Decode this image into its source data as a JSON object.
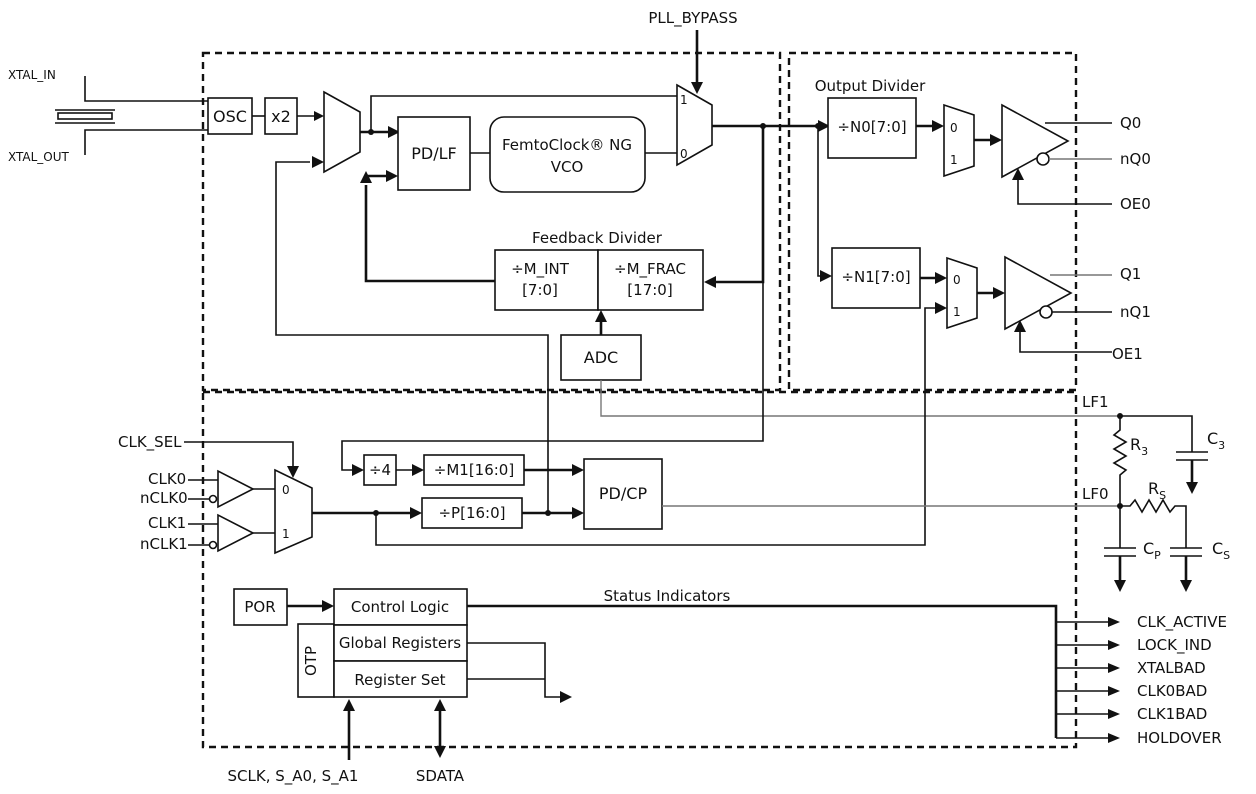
{
  "signals": {
    "pll_bypass": "PLL_BYPASS",
    "xtal_in": "XTAL_IN",
    "xtal_out": "XTAL_OUT",
    "clk_sel": "CLK_SEL",
    "clk0": "CLK0",
    "nclk0": "nCLK0",
    "clk1": "CLK1",
    "nclk1": "nCLK1",
    "sclk": "SCLK, S_A0, S_A1",
    "sdata": "SDATA",
    "lf1": "LF1",
    "lf0": "LF0"
  },
  "blocks": {
    "osc": "OSC",
    "x2": "x2",
    "pdlf": "PD/LF",
    "vco_line1": "FemtoClock® NG",
    "vco_line2": "VCO",
    "output_divider_title": "Output Divider",
    "n0": "÷N0[7:0]",
    "n1": "÷N1[7:0]",
    "feedback_divider_title": "Feedback Divider",
    "m_int_line1": "÷M_INT",
    "m_int_line2": "[7:0]",
    "m_frac_line1": "÷M_FRAC",
    "m_frac_line2": "[17:0]",
    "adc": "ADC",
    "div4": "÷4",
    "m1": "÷M1[16:0]",
    "p": "÷P[16:0]",
    "pdcp": "PD/CP",
    "por": "POR",
    "otp": "OTP",
    "control_logic": "Control Logic",
    "global_registers": "Global Registers",
    "register_set": "Register Set",
    "status_indicators": "Status Indicators"
  },
  "mux_labels": {
    "in1": "1",
    "in0": "0"
  },
  "outputs": {
    "q0": "Q0",
    "nq0": "nQ0",
    "oe0": "OE0",
    "q1": "Q1",
    "nq1": "nQ1",
    "oe1": "OE1"
  },
  "status_outputs": [
    "CLK_ACTIVE",
    "LOCK_IND",
    "XTALBAD",
    "CLK0BAD",
    "CLK1BAD",
    "HOLDOVER"
  ],
  "components": {
    "r3": "R",
    "r3_sub": "3",
    "rs": "R",
    "rs_sub": "S",
    "c3": "C",
    "c3_sub": "3",
    "cp": "C",
    "cp_sub": "P",
    "cs": "C",
    "cs_sub": "S"
  }
}
